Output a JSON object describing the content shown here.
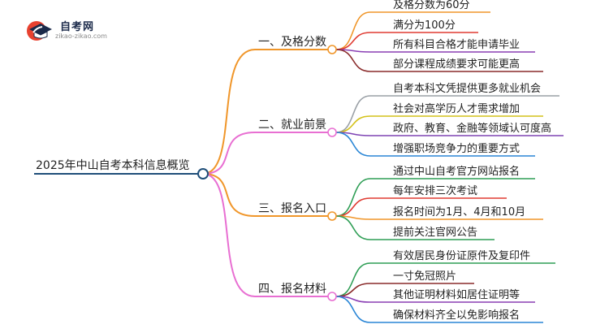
{
  "logo": {
    "name_cn": "自考网",
    "name_en": "zikao-zikao.com"
  },
  "root": {
    "label": "2025年中山自考本科信息概览"
  },
  "branches": [
    {
      "label": "一、及格分数",
      "color": "#f0962a",
      "leaves": [
        "及格分数为60分",
        "满分为100分",
        "所有科目合格才能申请毕业",
        "部分课程成绩要求可能更高"
      ],
      "leaf_colors": [
        "#f0962a",
        "#e03b32",
        "#8a3fb4",
        "#8a2b2b"
      ]
    },
    {
      "label": "二、就业前景",
      "color": "#e86fd2",
      "leaves": [
        "自考本科文凭提供更多就业机会",
        "社会对高学历人才需求增加",
        "政府、教育、金融等领域认可度高",
        "增强职场竞争力的重要方式"
      ],
      "leaf_colors": [
        "#9aa0a6",
        "#d4c21a",
        "#7e44b4",
        "#2a86d6"
      ]
    },
    {
      "label": "三、报名入口",
      "color": "#f0962a",
      "leaves": [
        "通过中山自考官方网站报名",
        "每年安排三次考试",
        "报名时间为1月、4月和10月",
        "提前关注官网公告"
      ],
      "leaf_colors": [
        "#2e9e55",
        "#e03b32",
        "#f0962a",
        "#2e9e55"
      ]
    },
    {
      "label": "四、报名材料",
      "color": "#e86fd2",
      "leaves": [
        "有效居民身份证原件及复印件",
        "一寸免冠照片",
        "其他证明材料如居住证明等",
        "确保材料齐全以免影响报名"
      ],
      "leaf_colors": [
        "#2e9e55",
        "#8a2b2b",
        "#8a3fb4",
        "#2a86d6"
      ]
    }
  ]
}
